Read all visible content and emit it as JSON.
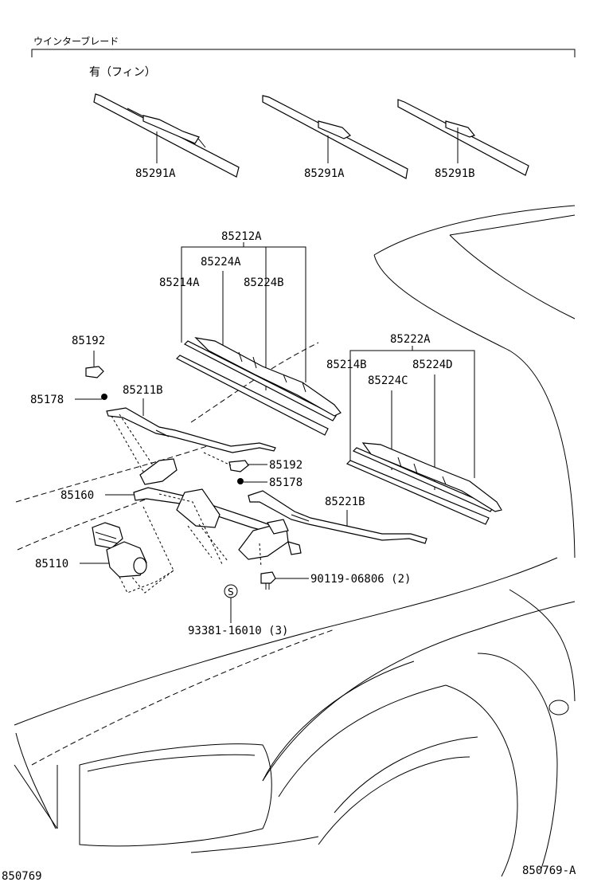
{
  "header": {
    "title": "ウインターブレード"
  },
  "option_note": "有（フィン）",
  "labels": {
    "p85291A_1": "85291A",
    "p85291A_2": "85291A",
    "p85291B": "85291B",
    "p85212A": "85212A",
    "p85224A": "85224A",
    "p85214A": "85214A",
    "p85224B": "85224B",
    "p85192_top": "85192",
    "p85178_top": "85178",
    "p85211B": "85211B",
    "p85222A": "85222A",
    "p85214B": "85214B",
    "p85224D": "85224D",
    "p85224C": "85224C",
    "p85192_mid": "85192",
    "p85178_mid": "85178",
    "p85160": "85160",
    "p85221B": "85221B",
    "p85110": "85110",
    "p90119": "90119-06806 (2)",
    "p93381": "93381-16010 (3)",
    "s_mark": "S"
  },
  "footer": {
    "left_code": "850769",
    "right_code": "850769-A"
  },
  "icons": [
    "wiper-blade-icon",
    "wiper-arm-icon",
    "wiper-motor-icon",
    "wiper-link-icon",
    "bolt-icon",
    "nut-icon",
    "cap-icon",
    "standard-part-s-mark-icon"
  ]
}
